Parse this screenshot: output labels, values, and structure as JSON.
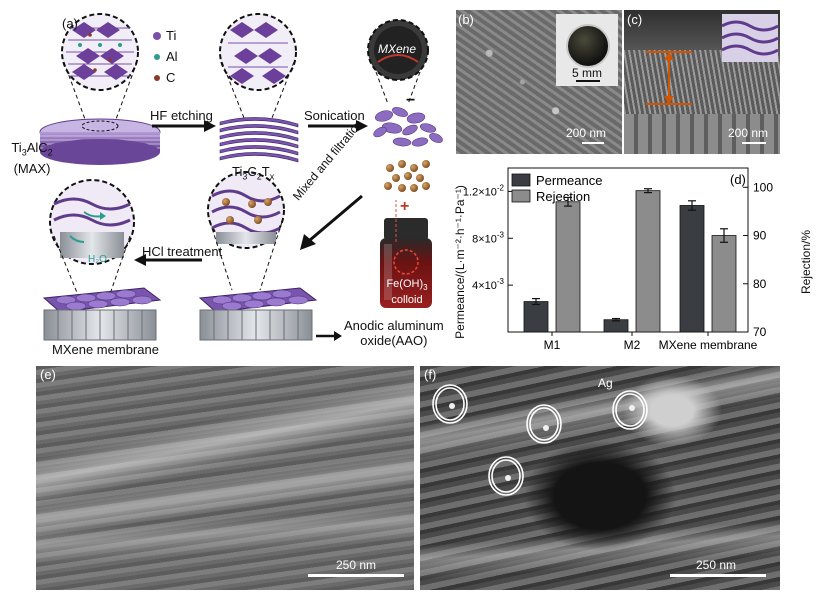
{
  "panel_a": {
    "letter": "(a)",
    "legend": [
      {
        "symbol": "Ti",
        "color": "#7b4fa8"
      },
      {
        "symbol": "Al",
        "color": "#2a9d8f"
      },
      {
        "symbol": "C",
        "color": "#8b3a2a"
      }
    ],
    "max_label_1": "Ti",
    "max_label_sub1": "3",
    "max_label_2": "AlC",
    "max_label_sub2": "2",
    "max_paren": "(MAX)",
    "step1": "HF etching",
    "etched_1": "Ti",
    "etched_sub1": "3",
    "etched_2": "C",
    "etched_sub2": "2",
    "etched_3": "T",
    "etched_sub3": "x",
    "step2": "Sonication",
    "mxene_badge": "MXene",
    "minus": "−",
    "plus": "+",
    "colloid_1": "Fe(OH)",
    "colloid_sub": "3",
    "colloid_2": "colloid",
    "step3": "Mixed and filtration",
    "step4": "HCl treatment",
    "h2o": "H₂O",
    "membrane_label": "MXene membrane",
    "aao_label_1": "Anodic aluminum",
    "aao_label_2": "oxide(AAO)"
  },
  "panel_b": {
    "letter": "(b)",
    "scale": "200 nm",
    "inset_scale": "5 mm"
  },
  "panel_c": {
    "letter": "(c)",
    "scale": "200 nm"
  },
  "panel_d": {
    "letter": "(d)"
  },
  "panel_e": {
    "letter": "(e)",
    "scale": "250 nm"
  },
  "panel_f": {
    "letter": "(f)",
    "scale": "250 nm",
    "annotation": "Ag"
  },
  "chart_data": {
    "type": "bar",
    "categories": [
      "M1",
      "M2",
      "MXene membrane"
    ],
    "series": [
      {
        "name": "Permeance",
        "axis": "left",
        "color": "#3a3d42",
        "values": [
          0.0026,
          0.00105,
          0.0108
        ],
        "errors": [
          0.00025,
          0.0001,
          0.0004
        ]
      },
      {
        "name": "Rejection",
        "axis": "right",
        "color": "#8c8c8c",
        "values": [
          97,
          99.3,
          90
        ],
        "errors": [
          0.9,
          0.4,
          1.4
        ]
      }
    ],
    "ylabel_left": "Permeance/(L·m⁻²·h⁻¹·Pa⁻¹)",
    "ylabel_right": "Rejection/%",
    "ylim_left": [
      0,
      0.014
    ],
    "ylim_right": [
      70,
      104
    ],
    "yticks_left": [
      {
        "v": 0.004,
        "label": "4×10",
        "exp": "-3"
      },
      {
        "v": 0.008,
        "label": "8×10",
        "exp": "-3"
      },
      {
        "v": 0.012,
        "label": "1.2×10",
        "exp": "-2"
      }
    ],
    "yticks_right": [
      70,
      80,
      90,
      100
    ],
    "legend_position": "top-left"
  }
}
